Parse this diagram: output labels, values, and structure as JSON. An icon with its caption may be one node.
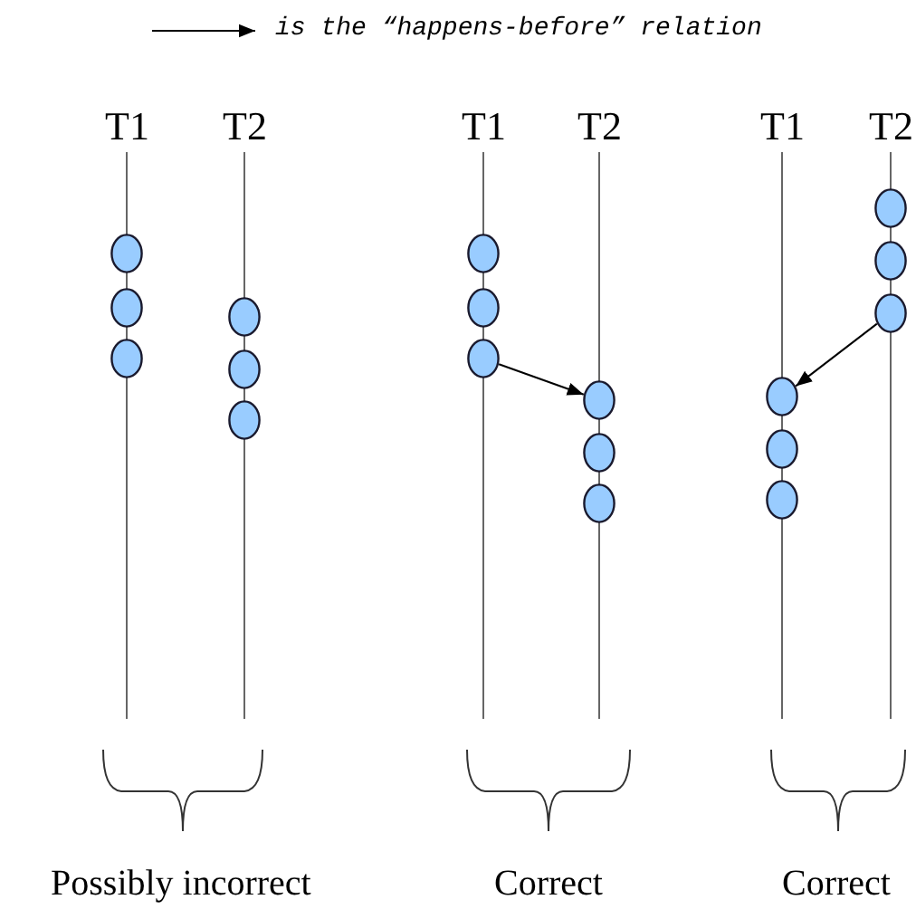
{
  "diagram": {
    "nodes": [
      {
        "text": [],
        "shape": "circle"
      },
      {
        "text": [],
        "shape": "circle"
      },
      {
        "text": [],
        "shape": "circle"
      },
      {
        "text": [],
        "shape": "circle"
      },
      {
        "text": [],
        "shape": "circle"
      },
      {
        "text": [],
        "shape": "circle"
      },
      {
        "text": [],
        "shape": "circle"
      },
      {
        "text": [],
        "shape": "circle"
      },
      {
        "text": [],
        "shape": "circle"
      },
      {
        "text": [],
        "shape": "circle"
      },
      {
        "text": [],
        "shape": "circle"
      },
      {
        "text": [],
        "shape": "circle"
      },
      {
        "text": [],
        "shape": "circle"
      },
      {
        "text": [],
        "shape": "circle"
      },
      {
        "text": [],
        "shape": "circle"
      },
      {
        "text": [],
        "shape": "circle"
      },
      {
        "text": [],
        "shape": "circle"
      },
      {
        "text": [],
        "shape": "circle"
      }
    ],
    "edges": [
      {
        "from": 8,
        "to": 9,
        "arrow": "to"
      },
      {
        "from": 17,
        "to": 12,
        "arrow": "to"
      }
    ],
    "labels": [
      "T1",
      "T2",
      "T1",
      "T2",
      "T1",
      "T2",
      "Possibly incorrect",
      "Correct",
      "Correct"
    ],
    "legend": [
      {
        "text": "is the “happens-before” relation"
      }
    ]
  }
}
